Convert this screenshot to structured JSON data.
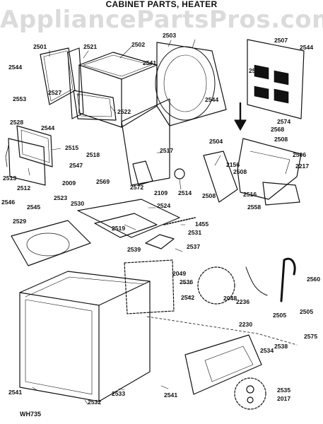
{
  "header": {
    "title": "CABINET PARTS, HEATER",
    "watermark": "AppliancePartsPros.com"
  },
  "footer": {
    "diagram_code": "WH735"
  },
  "colors": {
    "ink": "#111111",
    "watermark": "#bebebe"
  },
  "callouts": [
    {
      "label": "2501"
    },
    {
      "label": "2521"
    },
    {
      "label": "2502"
    },
    {
      "label": "2503"
    },
    {
      "label": "2507"
    },
    {
      "label": "2544"
    },
    {
      "label": "2544"
    },
    {
      "label": "2541"
    },
    {
      "label": "2508"
    },
    {
      "label": "2527"
    },
    {
      "label": "2553"
    },
    {
      "label": "2522"
    },
    {
      "label": "2544"
    },
    {
      "label": "2528"
    },
    {
      "label": "2544"
    },
    {
      "label": "2574"
    },
    {
      "label": "2568"
    },
    {
      "label": "2515"
    },
    {
      "label": "2504"
    },
    {
      "label": "2508"
    },
    {
      "label": "2518"
    },
    {
      "label": "2517"
    },
    {
      "label": "2506"
    },
    {
      "label": "2547"
    },
    {
      "label": "2156"
    },
    {
      "label": "2508"
    },
    {
      "label": "2217"
    },
    {
      "label": "2513"
    },
    {
      "label": "2512"
    },
    {
      "label": "2009"
    },
    {
      "label": "2569"
    },
    {
      "label": "2572"
    },
    {
      "label": "2109"
    },
    {
      "label": "2514"
    },
    {
      "label": "2508"
    },
    {
      "label": "2516"
    },
    {
      "label": "2523"
    },
    {
      "label": "2530"
    },
    {
      "label": "2546"
    },
    {
      "label": "2545"
    },
    {
      "label": "2524"
    },
    {
      "label": "2558"
    },
    {
      "label": "2529"
    },
    {
      "label": "2519"
    },
    {
      "label": "1455"
    },
    {
      "label": "2531"
    },
    {
      "label": "2539"
    },
    {
      "label": "2537"
    },
    {
      "label": "2049"
    },
    {
      "label": "2536"
    },
    {
      "label": "2048"
    },
    {
      "label": "2560"
    },
    {
      "label": "2542"
    },
    {
      "label": "2236"
    },
    {
      "label": "2505"
    },
    {
      "label": "2505"
    },
    {
      "label": "2230"
    },
    {
      "label": "2538"
    },
    {
      "label": "2575"
    },
    {
      "label": "2534"
    },
    {
      "label": "2535"
    },
    {
      "label": "2017"
    },
    {
      "label": "2541"
    },
    {
      "label": "2532"
    },
    {
      "label": "2533"
    },
    {
      "label": "2541"
    }
  ]
}
